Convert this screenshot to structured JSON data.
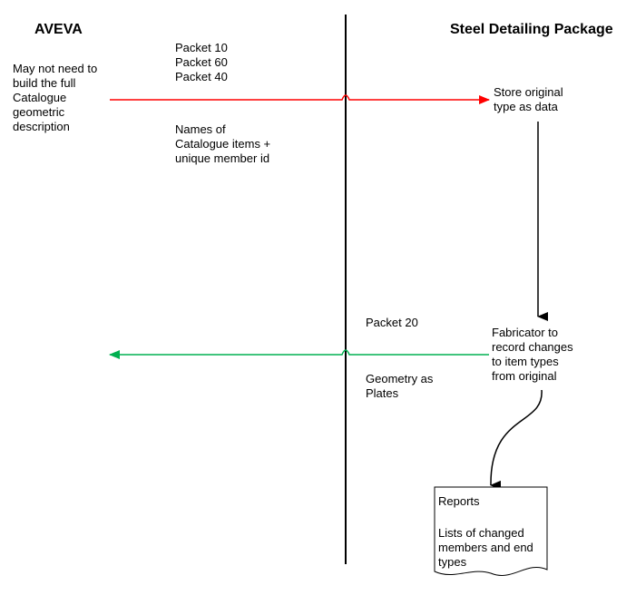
{
  "headings": {
    "left": "AVEVA",
    "right": "Steel Detailing Package"
  },
  "left_note": "May not need to\nbuild the full\nCatalogue\ngeometric\ndescription",
  "outbound": {
    "packets": "Packet 10\nPacket 60\nPacket 40",
    "content": "Names of\nCatalogue items +\nunique member id",
    "color": "#ff0000"
  },
  "inbound": {
    "packet": "Packet 20",
    "content": "Geometry as\nPlates",
    "color": "#00b050"
  },
  "steps": {
    "store": "Store original\ntype as data",
    "fabricator": "Fabricator to\nrecord changes\nto item types\nfrom original"
  },
  "report": {
    "title": "Reports",
    "body": "Lists of  changed\nmembers and end\ntypes"
  }
}
